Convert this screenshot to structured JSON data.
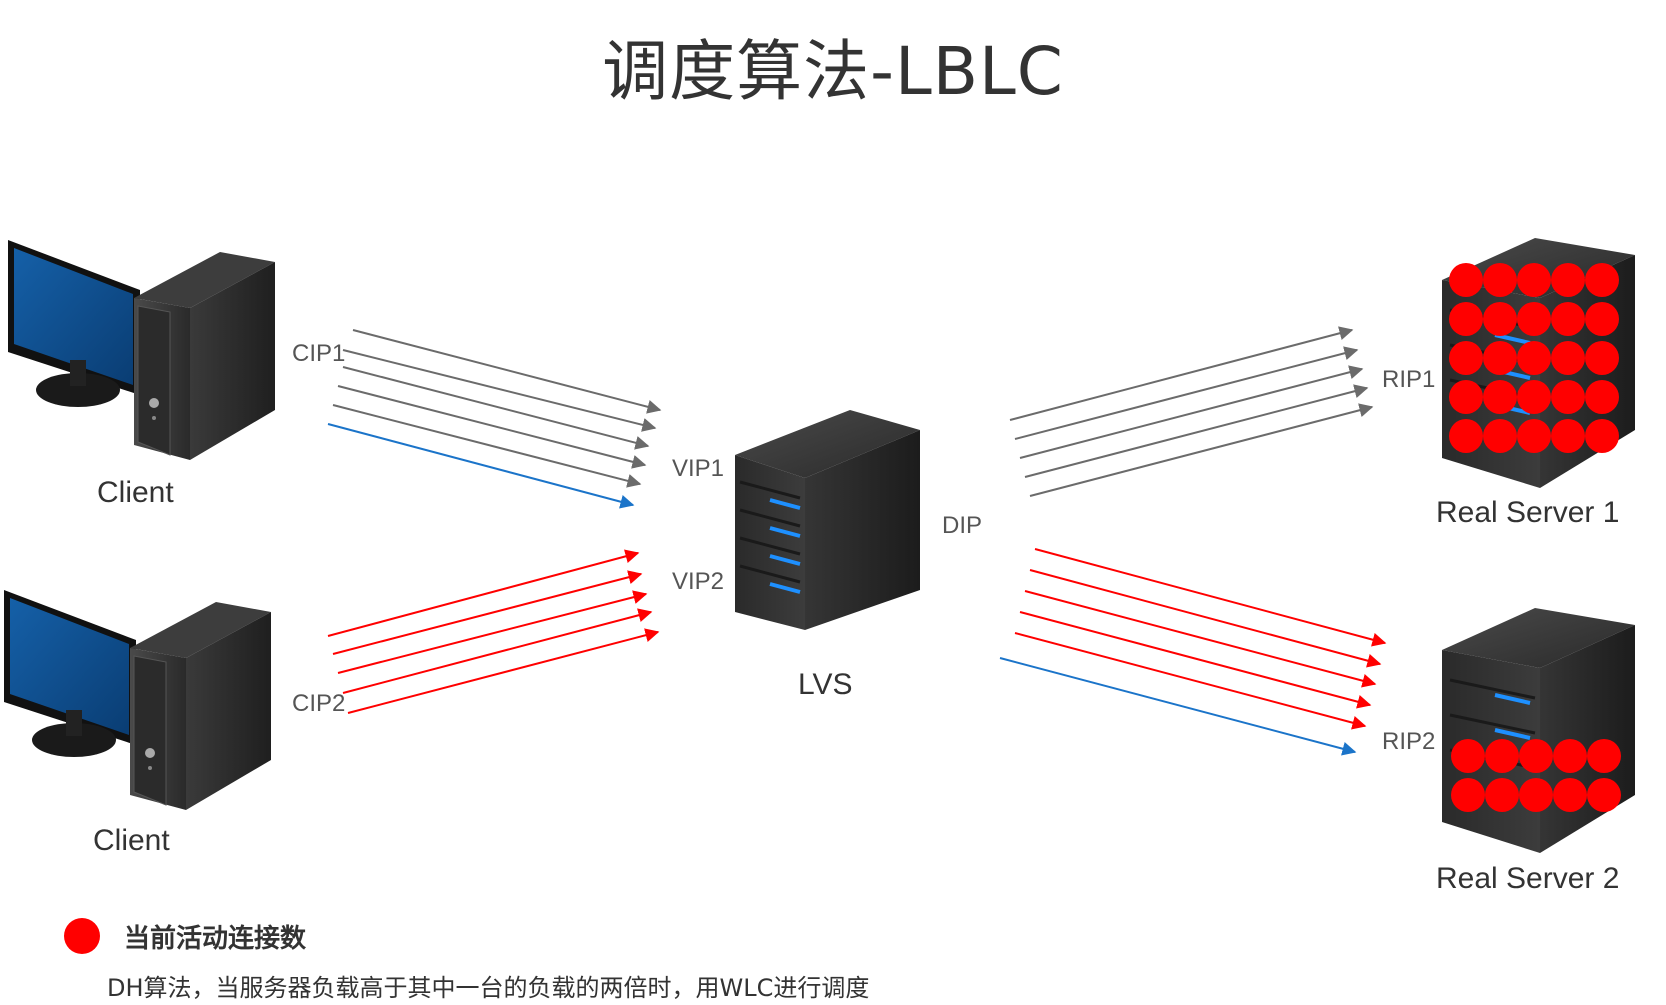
{
  "title": "调度算法-LBLC",
  "labels": {
    "cip1": "CIP1",
    "cip2": "CIP2",
    "vip1": "VIP1",
    "vip2": "VIP2",
    "dip": "DIP",
    "rip1": "RIP1",
    "rip2": "RIP2"
  },
  "nodes": {
    "client1": "Client",
    "client2": "Client",
    "lvs": "LVS",
    "rs1": "Real Server 1",
    "rs2": "Real Server 2"
  },
  "connections": {
    "real_server_1_active": 25,
    "real_server_2_active": 10
  },
  "legend": {
    "label": "当前活动连接数"
  },
  "note": "DH算法，当服务器负载高于其中一台的负载的两倍时，用WLC进行调度",
  "colors": {
    "gray_arrow": "#6b6b6b",
    "red_arrow": "#ff0000",
    "blue_arrow": "#1b74c9",
    "connection_dot": "#ff0000",
    "monitor_screen": "#0d4f8f",
    "server_body": "#2e2e2e",
    "server_led": "#1e90ff"
  }
}
